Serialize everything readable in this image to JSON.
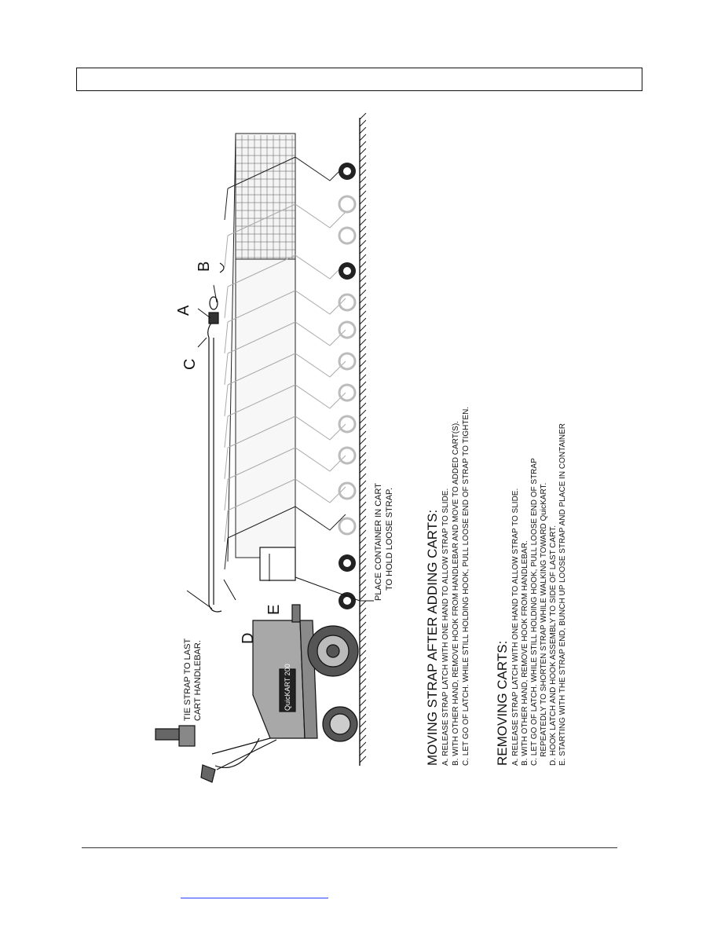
{
  "header": {
    "title": ""
  },
  "figure": {
    "labels": {
      "A": "A",
      "B": "B",
      "C": "C",
      "D": "D",
      "E": "E"
    },
    "callouts": {
      "tie_strap_line1": "TIE STRAP TO LAST",
      "tie_strap_line2": "CART HANDLEBAR.",
      "container_line1": "PLACE CONTAINER IN CART",
      "container_line2": "TO HOLD LOOSE STRAP."
    },
    "brand": "QuicKART 200"
  },
  "moving_strap": {
    "heading": "MOVING STRAP AFTER ADDING CARTS:",
    "steps": [
      "A. RELEASE STRAP LATCH WITH ONE HAND TO ALLOW STRAP TO SLIDE.",
      "B. WITH OTHER HAND, REMOVE HOOK FROM HANDLEBAR AND MOVE TO ADDED CART(S).",
      "C. LET GO OF LATCH.  WHILE STILL HOLDING HOOK, PULL LOOSE END OF STRAP TO TIGHTEN."
    ]
  },
  "removing_carts": {
    "heading": "REMOVING CARTS:",
    "steps": [
      "A. RELEASE STRAP LATCH WITH ONE HAND TO ALLOW STRAP TO SLIDE.",
      "B. WITH OTHER HAND, REMOVE HOOK FROM HANDLEBAR.",
      "C. LET GO OF LATCH. WHILE STILL HOLDING HOOK, PULL LOOSE END OF STRAP",
      "    REPEATEDLY TO SHORTEN STRAP WHILE WALKING TOWARD QuicKART.",
      "D. HOOK LATCH AND HOOK ASSEMBLY TO SIDE OF LAST CART.",
      "E. STARTING WITH THE STRAP END, BUNCH UP LOOSE STRAP AND PLACE IN CONTAINER"
    ]
  }
}
